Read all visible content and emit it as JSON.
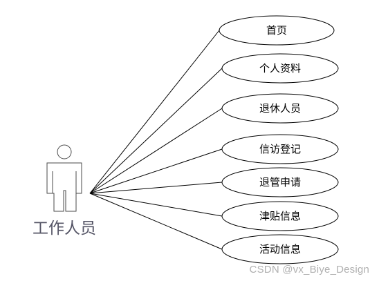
{
  "actor": {
    "label": "工作人员"
  },
  "use_cases": [
    {
      "label": "首页"
    },
    {
      "label": "个人资料"
    },
    {
      "label": "退休人员"
    },
    {
      "label": "信访登记"
    },
    {
      "label": "退管申请"
    },
    {
      "label": "津贴信息"
    },
    {
      "label": "活动信息"
    }
  ],
  "watermark": "CSDN @vx_Biye_Design"
}
